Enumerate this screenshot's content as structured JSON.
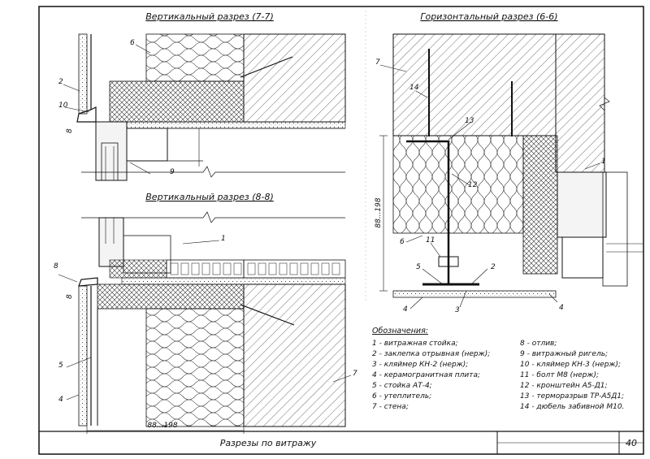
{
  "sections": {
    "v77": "Вертикальный разрез (7-7)",
    "v88": "Вертикальный разрез (8-8)",
    "h66": "Горизонтальный разрез (6-6)"
  },
  "callouts_v77": [
    "6",
    "2",
    "10",
    "9",
    "8"
  ],
  "callouts_v88": [
    "1",
    "8",
    "8",
    "5",
    "4",
    "7"
  ],
  "callouts_h66": [
    "7",
    "14",
    "13",
    "12",
    "1",
    "6",
    "11",
    "5",
    "2",
    "4",
    "3",
    "4"
  ],
  "dimensions": {
    "bottom": "88...198",
    "side": "88...198"
  },
  "legend": {
    "heading": "Обозначения:",
    "left": [
      "1 - витражная стойка;",
      "2 - заклепка отрывная (нерж);",
      "3 - кляймер КН-2 (нерж);",
      "4 - керамогранитная плита;",
      "5 - стойка АТ-4;",
      "6 - утеплитель;",
      "7 - стена;"
    ],
    "right": [
      "8 - отлив;",
      "9 - витражный ригель;",
      "10 - кляймер КН-3 (нерж);",
      "11 - болт М8 (нерж);",
      "12 - кронштейн А5-Д1;",
      "13 - терморазрыв ТР-А5Д1;",
      "14 - дюбель забивной М10."
    ]
  },
  "stamp": {
    "title": "Разрезы по витражу",
    "page": "40"
  }
}
